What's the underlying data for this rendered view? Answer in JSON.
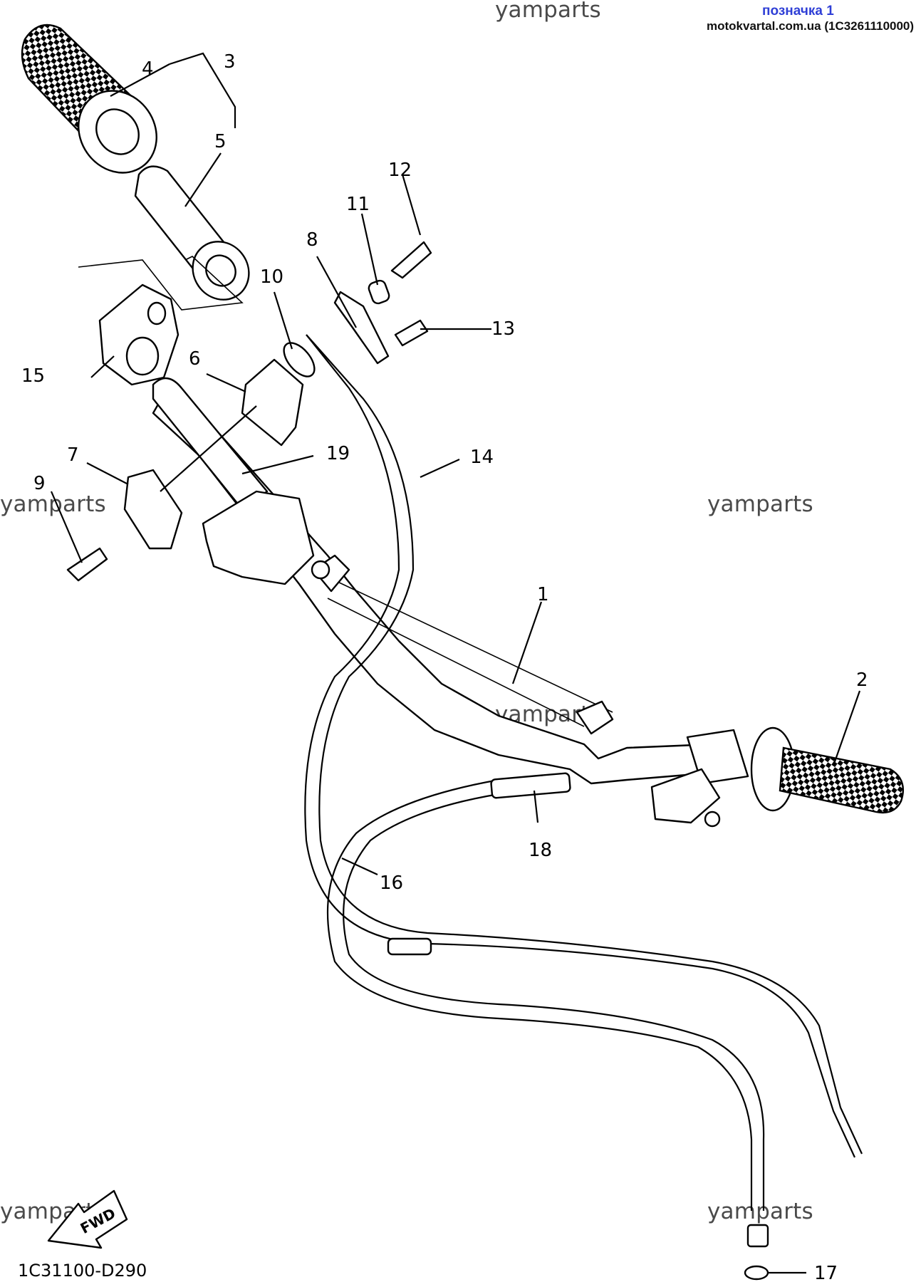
{
  "header": {
    "label": "позначка 1",
    "source": "motokvartal.com.ua (1C3261110000)"
  },
  "watermarks": [
    "yamparts",
    "yamparts",
    "yamparts",
    "yamparts",
    "yamparts",
    "yamparts"
  ],
  "diagram_code": "1C31100-D290",
  "fwd_label": "FWD",
  "callouts": [
    "1",
    "2",
    "3",
    "4",
    "5",
    "6",
    "7",
    "8",
    "9",
    "10",
    "11",
    "12",
    "13",
    "14",
    "15",
    "16",
    "17",
    "18",
    "19"
  ]
}
